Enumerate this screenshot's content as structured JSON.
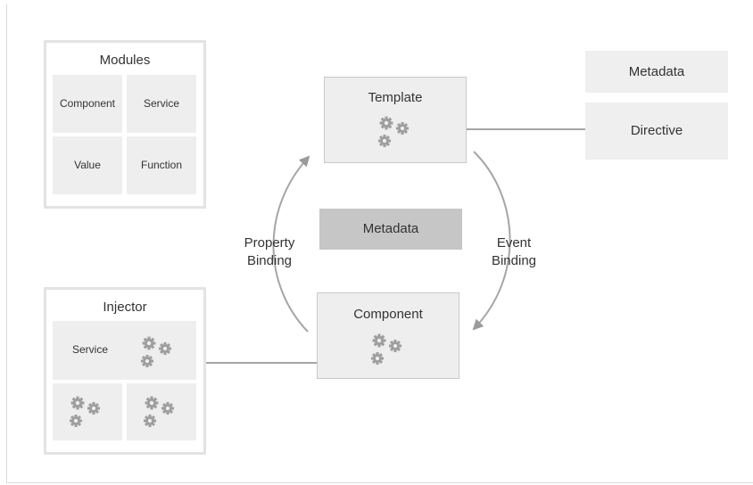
{
  "modules": {
    "title": "Modules",
    "items": [
      "Component",
      "Service",
      "Value",
      "Function"
    ]
  },
  "injector": {
    "title": "Injector",
    "service_label": "Service"
  },
  "template": {
    "title": "Template"
  },
  "component": {
    "title": "Component"
  },
  "metadata_center": {
    "label": "Metadata"
  },
  "metadata_right": {
    "label": "Metadata"
  },
  "directive": {
    "label": "Directive"
  },
  "edges": {
    "property_binding": [
      "Property",
      "Binding"
    ],
    "event_binding": [
      "Event",
      "Binding"
    ]
  },
  "icons": {
    "gear": "gear-icon"
  },
  "colors": {
    "box_fill": "#eeeeee",
    "metadata_fill": "#c6c6c6",
    "gear": "#9e9e9e",
    "arrow": "#9a9a9a"
  }
}
